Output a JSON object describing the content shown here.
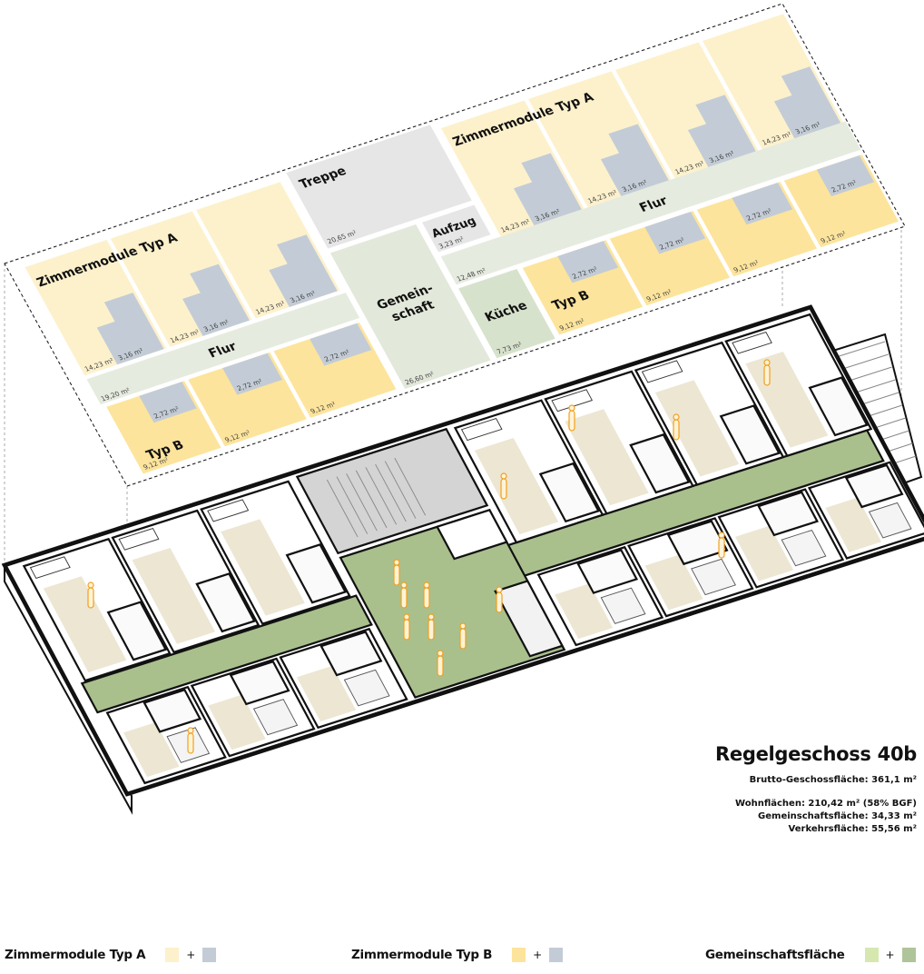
{
  "plan": {
    "labels": {
      "typ_a_left": "Zimmermodule Typ A",
      "typ_a_right": "Zimmermodule Typ A",
      "typ_b_left": "Typ B",
      "typ_b_right": "Typ B",
      "flur_left": "Flur",
      "flur_right": "Flur",
      "treppe": "Treppe",
      "gemeinschaft_1": "Gemein-",
      "gemeinschaft_2": "schaft",
      "aufzug": "Aufzug",
      "kueche": "Küche"
    },
    "areas": {
      "typ_a_room": "14,23 m²",
      "typ_a_bath": "3,16 m²",
      "typ_b_room": "9,12 m²",
      "typ_b_bath": "2,72 m²",
      "flur_left": "19,20 m²",
      "flur_right": "12,48 m²",
      "treppe": "20,65 m²",
      "gemeinschaft": "26,60 m²",
      "aufzug": "3,23 m²",
      "kueche": "7,73 m²"
    },
    "colors": {
      "typ_a": "#fdf1cc",
      "typ_b": "#fde49c",
      "bath": "#c3ccd6",
      "flur": "#e6ebdf",
      "gemeinschaft": "#e2e8da",
      "kueche": "#d7e2cc",
      "treppe": "#e6e6e6"
    }
  },
  "info": {
    "title": "Regelgeschoss 40b",
    "bgf": "Brutto-Geschossfläche:  361,1 m²",
    "wohnflaechen": "Wohnflächen:  210,42 m² (58% BGF)",
    "gemeinschaftsflaeche": "Gemeinschaftsfläche:  34,33 m²",
    "verkehrsflaeche": "Verkehrsfläche:  55,56 m²"
  },
  "legend": [
    {
      "label": "Zimmermodule Typ A",
      "plus": "+",
      "color1": "#fdf1cc",
      "color2": "#c3ccd6"
    },
    {
      "label": "Zimmermodule Typ B",
      "plus": "+",
      "color1": "#fde49c",
      "color2": "#c3ccd6"
    },
    {
      "label": "Gemeinschaftsfläche",
      "plus": "+",
      "color1": "#d6e8b0",
      "color2": "#b0c49a"
    }
  ]
}
